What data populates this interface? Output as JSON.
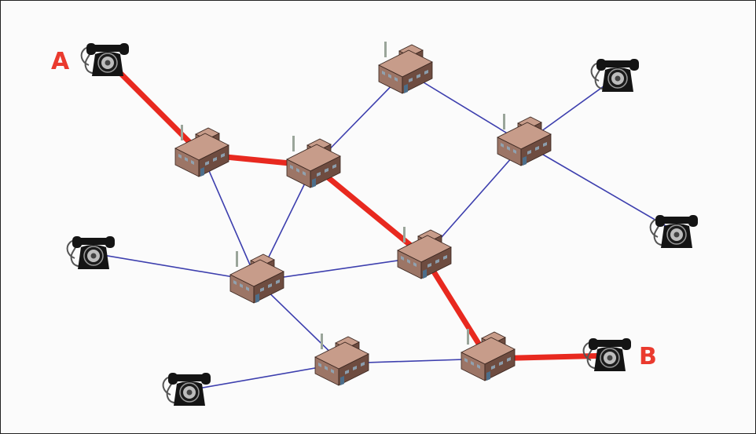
{
  "labels": {
    "start": "A",
    "end": "B"
  },
  "colors": {
    "path": "#e8291f",
    "link": "#3d3fae",
    "building_front": "#9c7566",
    "building_side": "#6e4c40",
    "building_top": "#c79c8a",
    "phone": "#141414",
    "label": "#ea3a2e"
  },
  "icons": {
    "exchange": "telephone-exchange-building-icon",
    "phone": "rotary-telephone-icon"
  },
  "network": {
    "nodes": [
      {
        "id": "phone-a",
        "kind": "phone"
      },
      {
        "id": "phone-nw2",
        "kind": "phone"
      },
      {
        "id": "phone-sw",
        "kind": "phone"
      },
      {
        "id": "phone-ne",
        "kind": "phone"
      },
      {
        "id": "phone-e",
        "kind": "phone"
      },
      {
        "id": "phone-b",
        "kind": "phone"
      },
      {
        "id": "exchange-1",
        "kind": "exchange"
      },
      {
        "id": "exchange-2",
        "kind": "exchange"
      },
      {
        "id": "exchange-3",
        "kind": "exchange"
      },
      {
        "id": "exchange-4",
        "kind": "exchange"
      },
      {
        "id": "exchange-5",
        "kind": "exchange"
      },
      {
        "id": "exchange-6",
        "kind": "exchange"
      },
      {
        "id": "exchange-7",
        "kind": "exchange"
      },
      {
        "id": "exchange-8",
        "kind": "exchange"
      }
    ],
    "links": [
      {
        "from": "phone-a",
        "to": "exchange-1",
        "on_path": true
      },
      {
        "from": "exchange-1",
        "to": "exchange-2",
        "on_path": true
      },
      {
        "from": "exchange-2",
        "to": "exchange-6",
        "on_path": true
      },
      {
        "from": "exchange-6",
        "to": "exchange-8",
        "on_path": true
      },
      {
        "from": "exchange-8",
        "to": "phone-b",
        "on_path": true
      },
      {
        "from": "exchange-1",
        "to": "exchange-5",
        "on_path": false
      },
      {
        "from": "exchange-2",
        "to": "exchange-5",
        "on_path": false
      },
      {
        "from": "exchange-2",
        "to": "exchange-3",
        "on_path": false
      },
      {
        "from": "exchange-3",
        "to": "exchange-4",
        "on_path": false
      },
      {
        "from": "exchange-4",
        "to": "phone-ne",
        "on_path": false
      },
      {
        "from": "exchange-4",
        "to": "phone-e",
        "on_path": false
      },
      {
        "from": "exchange-4",
        "to": "exchange-6",
        "on_path": false
      },
      {
        "from": "exchange-5",
        "to": "exchange-6",
        "on_path": false
      },
      {
        "from": "phone-nw2",
        "to": "exchange-5",
        "on_path": false
      },
      {
        "from": "exchange-5",
        "to": "exchange-7",
        "on_path": false
      },
      {
        "from": "phone-sw",
        "to": "exchange-7",
        "on_path": false
      },
      {
        "from": "exchange-7",
        "to": "exchange-8",
        "on_path": false
      }
    ]
  }
}
